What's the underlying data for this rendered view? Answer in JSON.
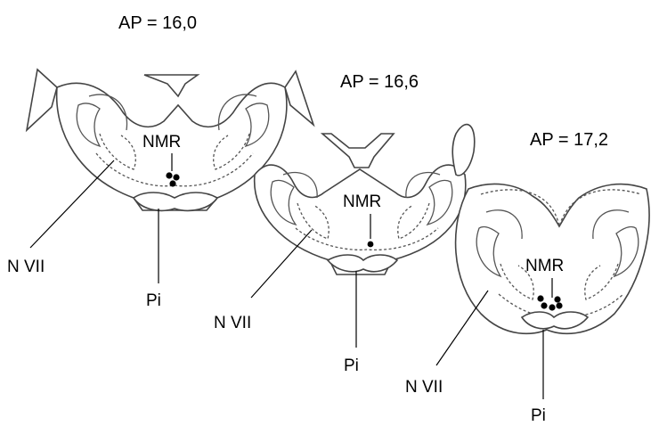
{
  "sections": [
    {
      "ap_label": "AP = 16,0",
      "nmr_label": "NMR",
      "nvii_label": "N VII",
      "pi_label": "Pi",
      "lesion_count": 3
    },
    {
      "ap_label": "AP = 16,6",
      "nmr_label": "NMR",
      "nvii_label": "N VII",
      "pi_label": "Pi",
      "lesion_count": 1
    },
    {
      "ap_label": "AP = 17,2",
      "nmr_label": "NMR",
      "nvii_label": "N VII",
      "pi_label": "Pi",
      "lesion_count": 5
    }
  ],
  "colors": {
    "outline": "#444444",
    "dots": "#000000",
    "background": "#ffffff"
  }
}
